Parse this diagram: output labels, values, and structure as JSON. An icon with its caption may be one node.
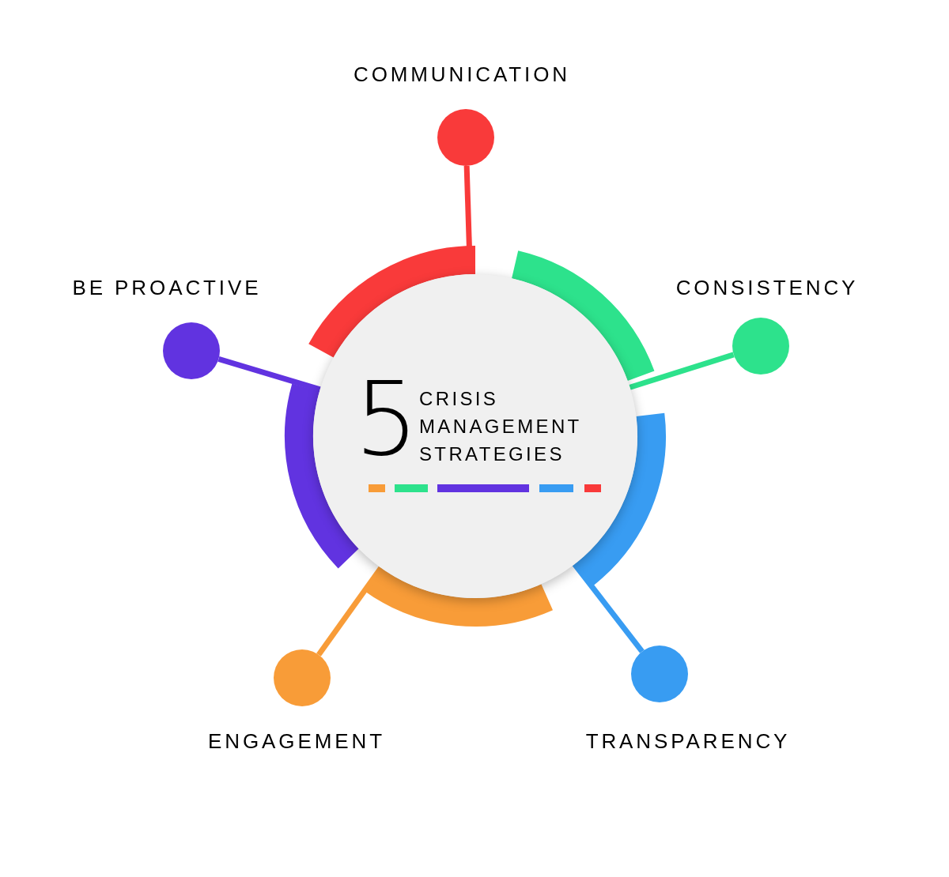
{
  "diagram": {
    "nodes": [
      {
        "text": [
          "5",
          "CRISIS MANAGEMENT STRATEGIES"
        ]
      },
      {
        "text": [],
        "shape": "circle",
        "beside": [
          "COMMUNICATION"
        ]
      },
      {
        "text": [],
        "shape": "circle",
        "beside": [
          "BE PROACTIVE"
        ]
      },
      {
        "text": [],
        "shape": "circle",
        "beside": [
          "CONSISTENCY"
        ]
      },
      {
        "text": [],
        "shape": "circle",
        "beside": [
          "ENGAGEMENT"
        ]
      },
      {
        "text": [],
        "shape": "circle",
        "beside": [
          "TRANSPARENCY"
        ]
      }
    ],
    "edges": [
      {
        "from": 0,
        "to": 1,
        "arrow": "none",
        "color": "#f93a3a"
      },
      {
        "from": 0,
        "to": 2,
        "arrow": "none",
        "color": "#6133e0"
      },
      {
        "from": 0,
        "to": 3,
        "arrow": "none",
        "color": "#2de28c"
      },
      {
        "from": 0,
        "to": 4,
        "arrow": "none",
        "color": "#f89c38"
      },
      {
        "from": 0,
        "to": 5,
        "arrow": "none",
        "color": "#389cf2"
      }
    ]
  }
}
